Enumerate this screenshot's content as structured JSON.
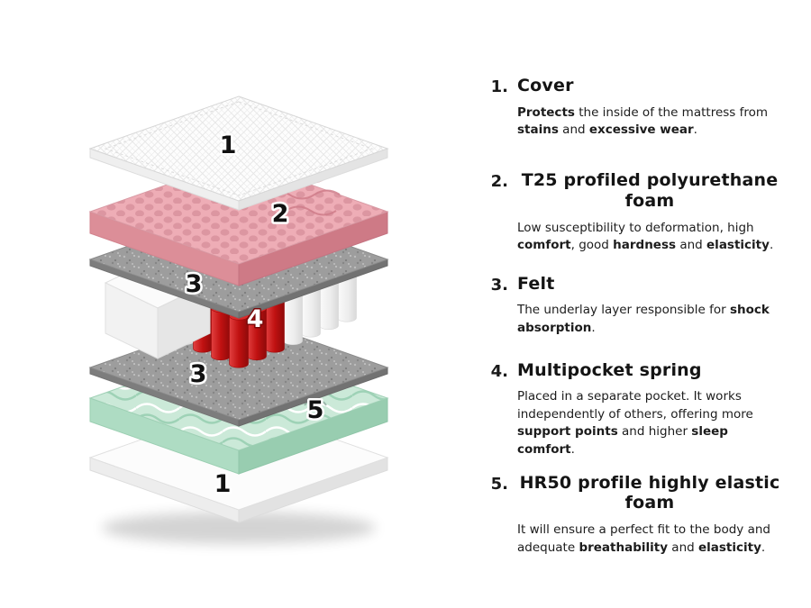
{
  "diagram": {
    "labels": [
      "1",
      "2",
      "3",
      "4",
      "3",
      "5",
      "1"
    ]
  },
  "colors": {
    "cover_white": "#fdfdfd",
    "pink_foam": "#eeadb6",
    "felt_gray": "#9d9d9d",
    "spring_red": "#c01111",
    "spring_red_top": "#db2a2a",
    "spring_white_top": "#fafafa",
    "green_foam": "#cbe9d8"
  },
  "legend": {
    "items": [
      {
        "num": "1.",
        "title": "Cover",
        "desc_html": "<b>Protects</b> the inside of the mattress from <b>stains</b> and <b>excessive wear</b>."
      },
      {
        "num": "2.",
        "title": "T25 profiled polyurethane foam",
        "desc_html": "Low susceptibility to deformation, high <b>comfort</b>, good <b>hardness</b> and <b>elasticity</b>."
      },
      {
        "num": "3.",
        "title": "Felt",
        "desc_html": "The underlay layer responsible for <b>shock absorption</b>."
      },
      {
        "num": "4.",
        "title": "Multipocket spring",
        "desc_html": "Placed in a separate pocket. It works independently of others, offering more <b>support points</b> and higher <b>sleep comfort</b>."
      },
      {
        "num": "5.",
        "title": "HR50 profile highly elastic foam",
        "desc_html": "It will ensure a perfect fit to the body and adequate <b>breathability</b> and <b>elasticity</b>."
      }
    ]
  }
}
